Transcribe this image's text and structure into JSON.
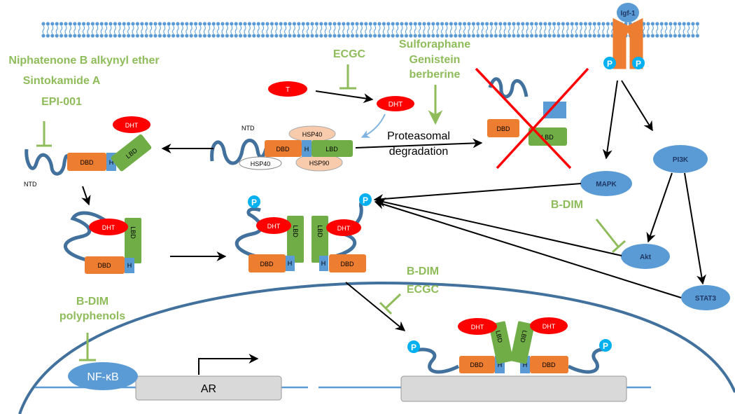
{
  "inhibitors": {
    "ntd_group": [
      "Niphatenone B alkynyl ether",
      "Sintokamide A",
      "EPI-001"
    ],
    "ecgc_top": "ECGC",
    "proteasome_group": [
      "Sulforaphane",
      "Genistein",
      "berberine"
    ],
    "bdim_akt": "B-DIM",
    "bdim_ecgc_nucleus": [
      "B-DIM",
      "ECGC"
    ],
    "nfkb_group": [
      "B-DIM",
      "polyphenols"
    ]
  },
  "ligands": {
    "testosterone": "T",
    "dht": "DHT",
    "igf1": "Igf-1"
  },
  "domains": {
    "ntd": "NTD",
    "dbd": "DBD",
    "lbd": "LBD",
    "hinge": "H"
  },
  "chaperones": {
    "hsp40": "HSP40",
    "hsp90": "HSP90"
  },
  "phospho": "P",
  "process": {
    "proteasomal_line1": "Proteasomal",
    "proteasomal_line2": "degradation"
  },
  "kinases": {
    "mapk": "MAPK",
    "pi3k": "PI3K",
    "akt": "Akt",
    "stat3": "STAT3"
  },
  "nucleus": {
    "nfkb": "NF-κB",
    "ar_gene": "AR"
  },
  "colors": {
    "membrane": "#5b9bd5",
    "protein_tail": "#41719c",
    "dbd": "#ed7d31",
    "lbd": "#70ad47",
    "hinge": "#5b9bd5",
    "ligand": "#ff0000",
    "hsp": "#f8cbad",
    "kinase": "#5b9bd5",
    "inhibitor_text": "#8fbc5a",
    "receptor": "#ed7d31",
    "gene_box": "#d9d9d9",
    "cross": "#ff0000"
  }
}
